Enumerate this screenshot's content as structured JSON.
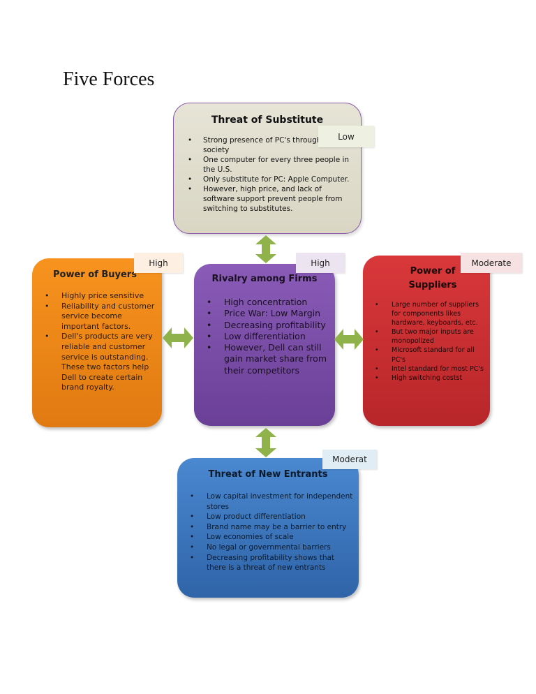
{
  "title": "Five Forces",
  "substitute": {
    "heading": "Threat of Substitute",
    "rating": "Low",
    "items": [
      "Strong presence of PC's throughout society",
      "One computer for every three people in the U.S.",
      "Only substitute for PC: Apple Computer.",
      "However, high price, and lack of software support prevent people from switching to substitutes."
    ]
  },
  "buyers": {
    "heading": "Power of Buyers",
    "rating": "High",
    "items": [
      "Highly price sensitive",
      "Reliability and customer service become important factors.",
      "Dell's products are very reliable and customer service is outstanding. These two factors help Dell to create certain brand royalty."
    ]
  },
  "rivalry": {
    "heading": "Rivalry among Firms",
    "rating": "High",
    "items": [
      "High concentration",
      "Price War: Low Margin",
      "Decreasing profitability",
      "Low differentiation",
      "However, Dell can still gain market share from their competitors"
    ]
  },
  "suppliers": {
    "heading": "Power of Suppliers",
    "rating": "Moderate",
    "items": [
      "Large number of suppliers for components likes hardware, keyboards, etc.",
      "But two major inputs are monopolized",
      "Microsoft standard for all PC's",
      "Intel standard for most PC's",
      "High switching costst"
    ]
  },
  "entrants": {
    "heading": "Threat of New Entrants",
    "rating": "Moderat",
    "items": [
      "Low capital investment for independent stores",
      "Low product differentiation",
      "Brand name may be a barrier to entry",
      "Low economies of scale",
      "No legal or governmental barriers",
      "Decreasing profitability shows that there is a threat of new entrants"
    ]
  },
  "colors": {
    "substitute": "#dedbc9",
    "buyers": "#f08a1a",
    "rivalry": "#7a4da8",
    "suppliers": "#c83032",
    "entrants": "#3d78c0",
    "arrow": "#8fb24a"
  }
}
